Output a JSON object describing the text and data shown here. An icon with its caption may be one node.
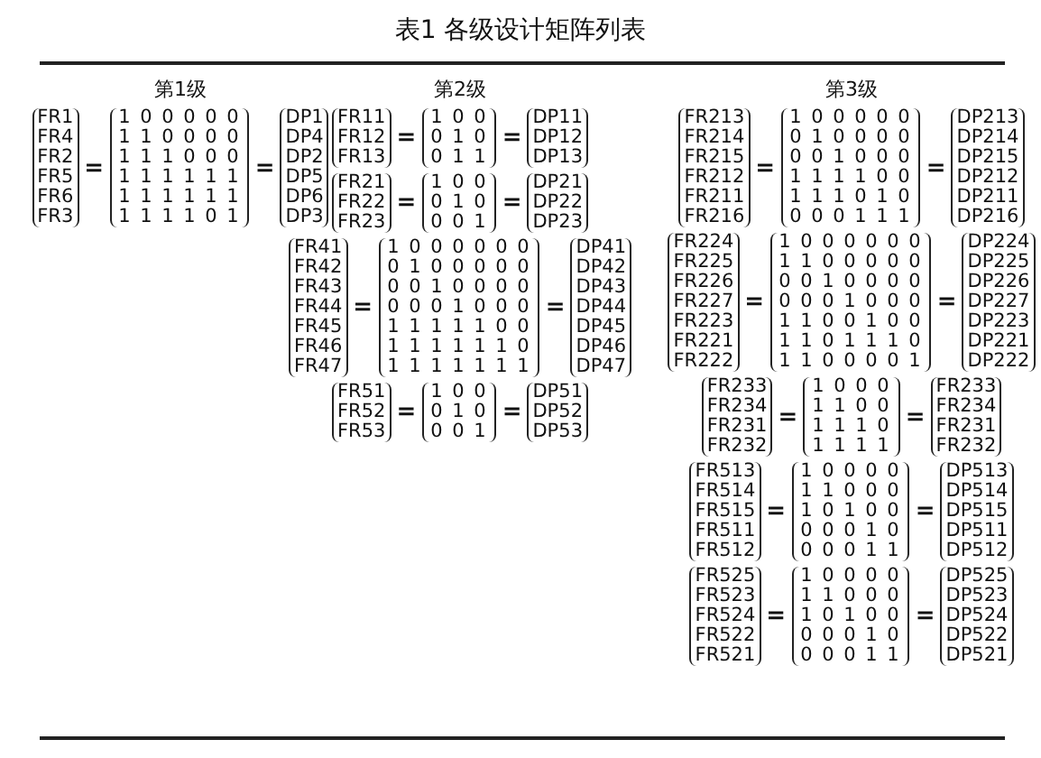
{
  "diagram": {
    "title": "表1 各级设计矩阵列表",
    "labels": [
      "第1级",
      "第2级",
      "第3级",
      "FR1",
      "FR4",
      "FR2",
      "FR5",
      "FR6",
      "FR3",
      "=",
      "1 0 0 0 0 0",
      "1 1 0 0 0 0",
      "1 1 1 0 0 0",
      "1 1 1 1 1 1",
      "1 1 1 1 1 1",
      "1 1 1 1 0 1",
      "=",
      "DP1",
      "DP4",
      "DP2",
      "DP5",
      "DP6",
      "DP3",
      "FR11",
      "FR12",
      "FR13",
      "=",
      "1 0 0",
      "0 1 0",
      "0 1 1",
      "=",
      "DP11",
      "DP12",
      "DP13",
      "FR21",
      "FR22",
      "FR23",
      "=",
      "1 0 0",
      "0 1 0",
      "0 0 1",
      "=",
      "DP21",
      "DP22",
      "DP23",
      "FR41",
      "FR42",
      "FR43",
      "FR44",
      "FR45",
      "FR46",
      "FR47",
      "=",
      "1 0 0 0 0 0 0",
      "0 1 0 0 0 0 0",
      "0 0 1 0 0 0 0",
      "0 0 0 1 0 0 0",
      "1 1 1 1 1 0 0",
      "1 1 1 1 1 1 0",
      "1 1 1 1 1 1 1",
      "=",
      "DP41",
      "DP42",
      "DP43",
      "DP44",
      "DP45",
      "DP46",
      "DP47",
      "FR51",
      "FR52",
      "FR53",
      "=",
      "1 0 0",
      "0 1 0",
      "0 0 1",
      "=",
      "DP51",
      "DP52",
      "DP53",
      "FR213",
      "FR214",
      "FR215",
      "FR212",
      "FR211",
      "FR216",
      "=",
      "1 0 0 0 0 0",
      "0 1 0 0 0 0",
      "0 0 1 0 0 0",
      "1 1 1 1 0 0",
      "1 1 1 0 1 0",
      "0 0 0 1 1 1",
      "=",
      "DP213",
      "DP214",
      "DP215",
      "DP212",
      "DP211",
      "DP216",
      "FR224",
      "FR225",
      "FR226",
      "FR227",
      "FR223",
      "FR221",
      "FR222",
      "=",
      "1 0 0 0 0 0 0",
      "1 1 0 0 0 0 0",
      "0 0 1 0 0 0 0",
      "0 0 0 1 0 0 0",
      "1 1 0 0 1 0 0",
      "1 1 0 1 1 1 0",
      "1 1 0 0 0 0 1",
      "=",
      "DP224",
      "DP225",
      "DP226",
      "DP227",
      "DP223",
      "DP221",
      "DP222",
      "FR233",
      "FR234",
      "FR231",
      "FR232",
      "=",
      "1 0 0 0",
      "1 1 0 0",
      "1 1 1 0",
      "1 1 1 1",
      "=",
      "FR233",
      "FR234",
      "FR231",
      "FR232",
      "FR513",
      "FR514",
      "FR515",
      "FR511",
      "FR512",
      "=",
      "1 0 0 0 0",
      "1 1 0 0 0",
      "1 0 1 0 0",
      "0 0 0 1 0",
      "0 0 0 1 1",
      "=",
      "DP513",
      "DP514",
      "DP515",
      "DP511",
      "DP512",
      "FR525",
      "FR523",
      "FR524",
      "FR522",
      "FR521",
      "=",
      "1 0 0 0 0",
      "1 1 0 0 0",
      "1 0 1 0 0",
      "0 0 0 1 0",
      "0 0 0 1 1",
      "=",
      "DP525",
      "DP523",
      "DP524",
      "DP522",
      "DP521"
    ]
  }
}
